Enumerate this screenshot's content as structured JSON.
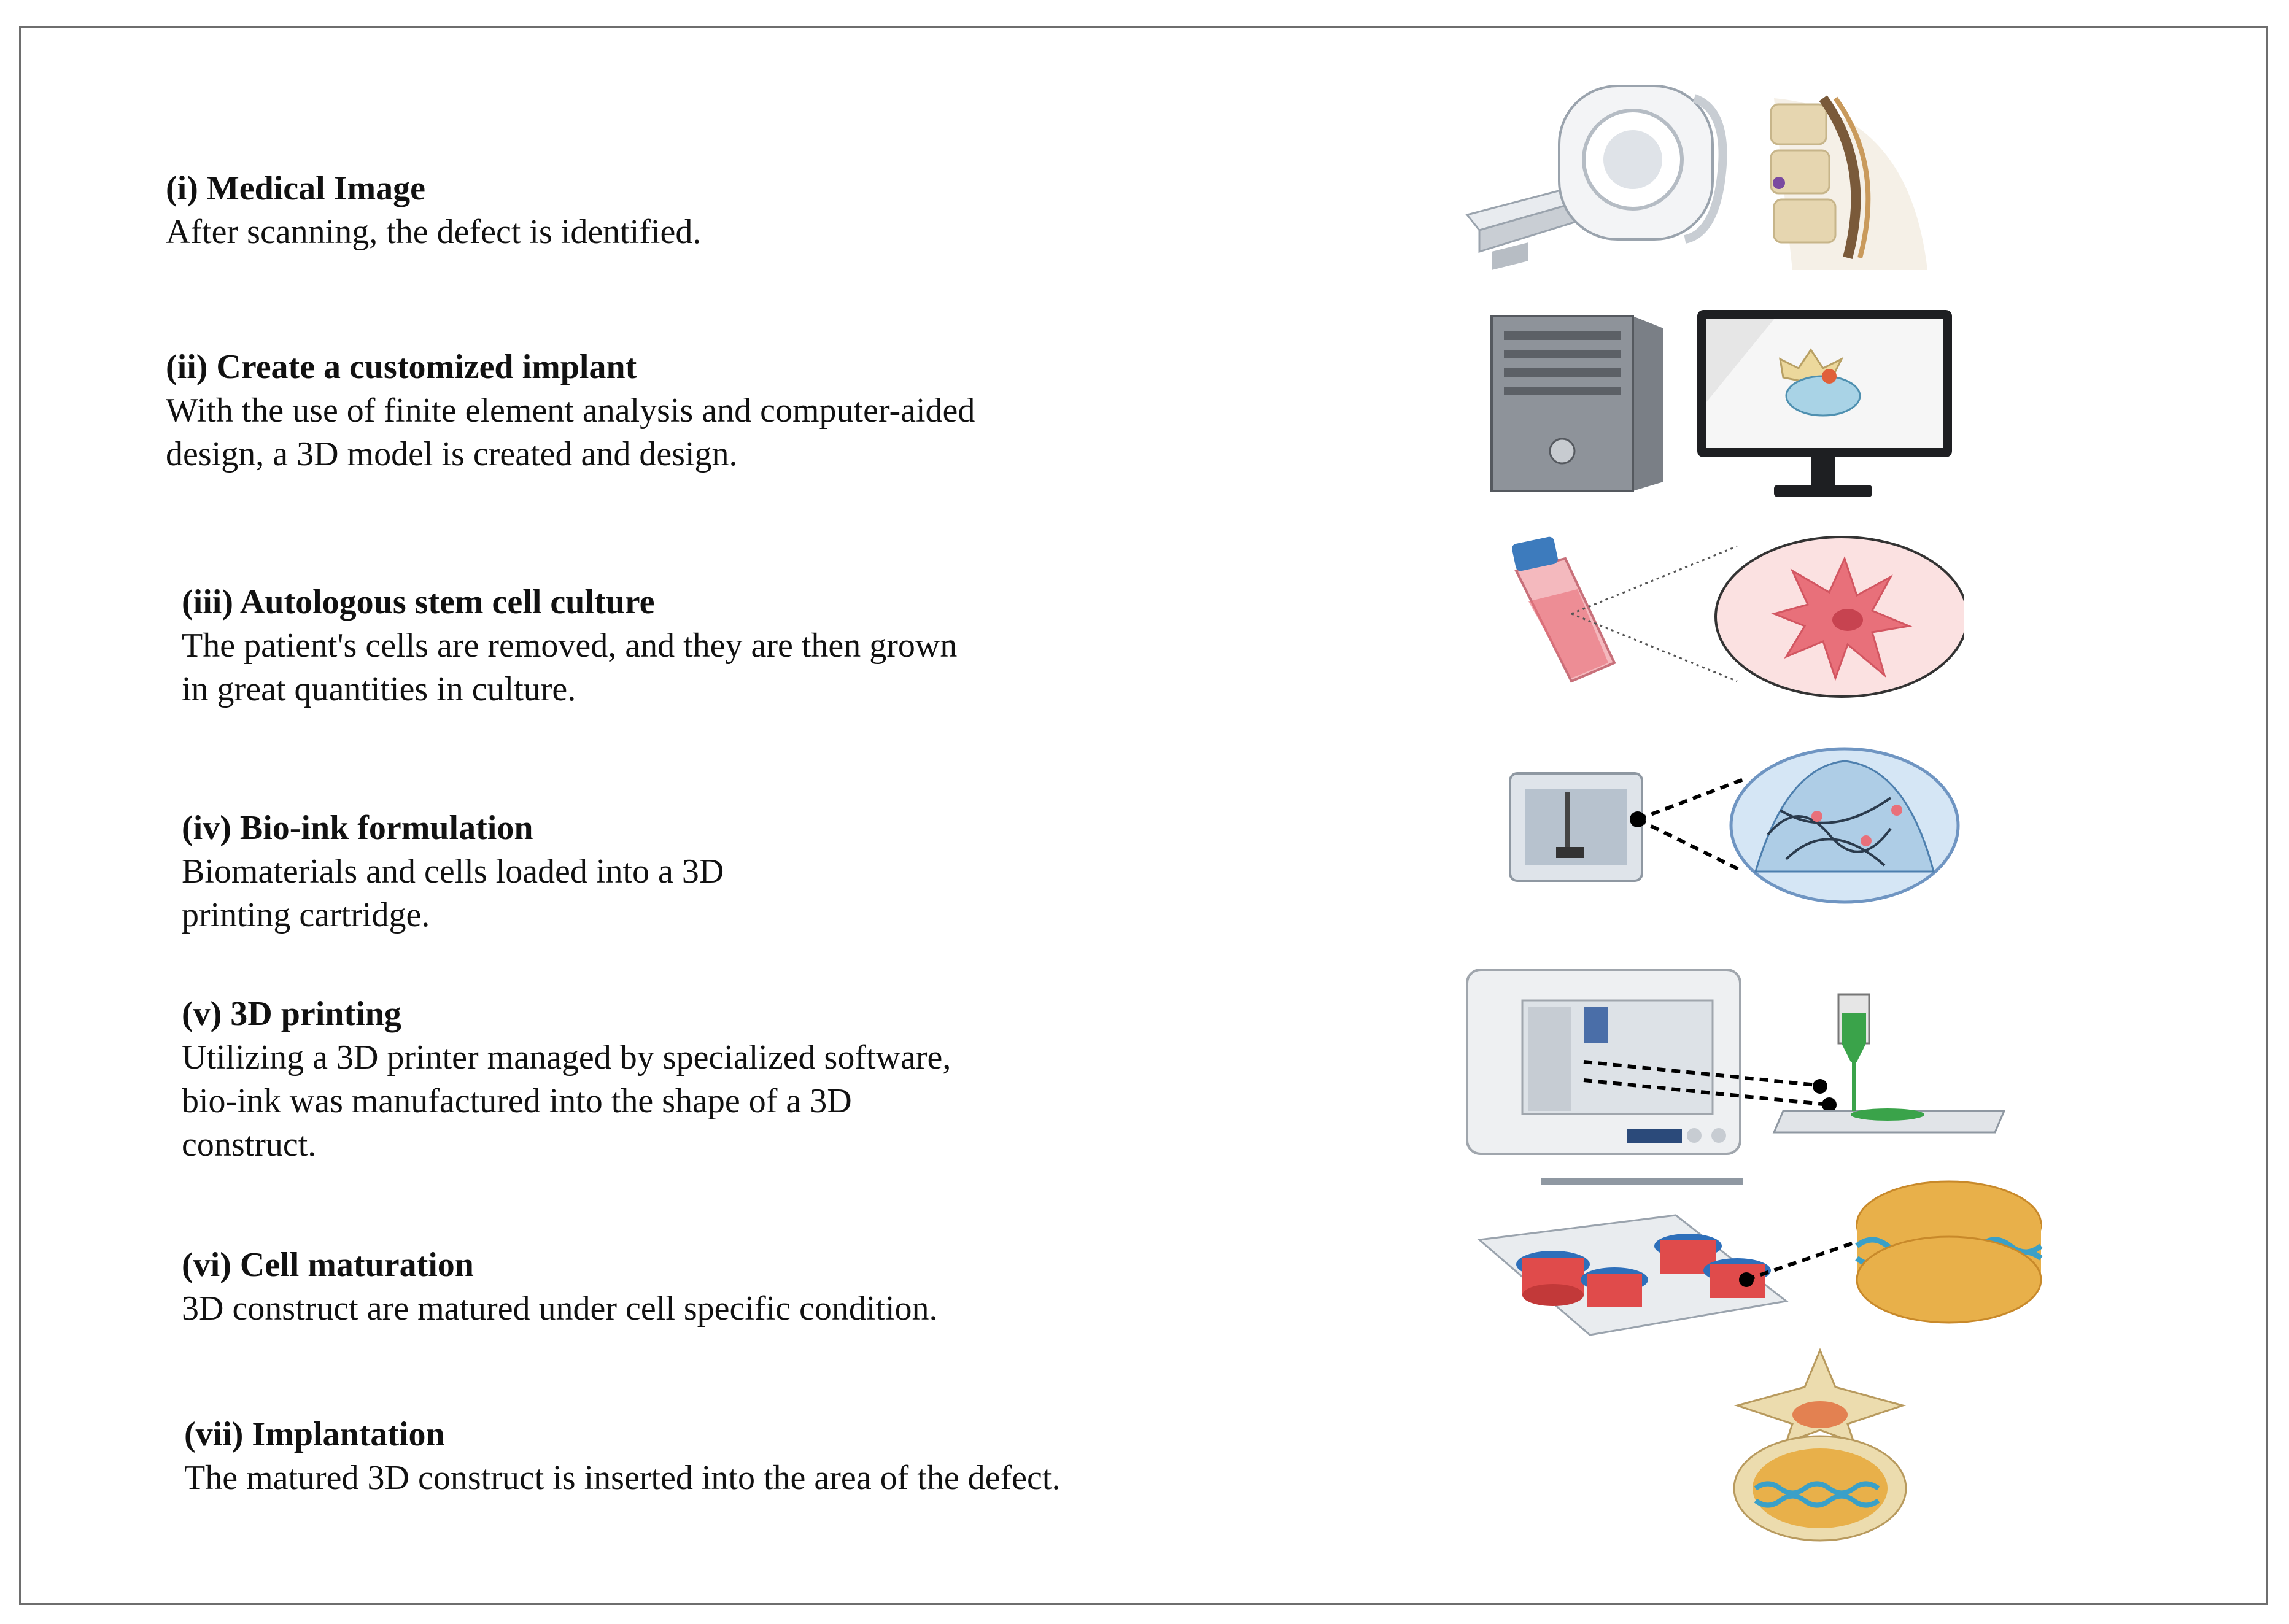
{
  "steps": [
    {
      "title": "(i) Medical Image",
      "desc": [
        "After scanning, the defect is identified."
      ]
    },
    {
      "title": "(ii) Create a customized implant",
      "desc": [
        "With the use of finite element analysis and computer-aided",
        "design, a 3D model is created and design."
      ]
    },
    {
      "title": "(iii) Autologous stem cell culture",
      "desc": [
        "The patient's cells are removed, and they are then grown",
        "in great quantities in culture."
      ]
    },
    {
      "title": "(iv) Bio-ink formulation",
      "desc": [
        "Biomaterials and cells loaded into a 3D",
        "printing cartridge."
      ]
    },
    {
      "title": "(v) 3D printing",
      "desc": [
        "Utilizing a 3D printer managed by specialized software,",
        "bio-ink was manufactured into the shape of a 3D",
        "construct."
      ]
    },
    {
      "title": "(vi) Cell maturation",
      "desc": [
        "3D construct are matured under cell specific condition."
      ]
    },
    {
      "title": "(vii) Implantation",
      "desc": [
        "The matured 3D construct is inserted into the area of the defect."
      ]
    }
  ],
  "illustrations": [
    {
      "icons": [
        "mri-scanner-icon",
        "spine-defect-icon"
      ]
    },
    {
      "icons": [
        "computer-tower-icon",
        "monitor-vertebra-icon"
      ]
    },
    {
      "icons": [
        "culture-flask-icon",
        "stem-cell-icon"
      ]
    },
    {
      "icons": [
        "bioprinter-icon",
        "bioink-hydrogel-icon"
      ]
    },
    {
      "icons": [
        "3d-printer-icon",
        "extrusion-nozzle-icon"
      ]
    },
    {
      "icons": [
        "bioreactor-icon",
        "disc-construct-icon"
      ]
    },
    {
      "icons": [
        "implanted-vertebra-icon"
      ]
    }
  ],
  "colors": {
    "frame": "#6e6e6e",
    "cell_pink": "#e8707a",
    "bioink_green": "#3aa34a",
    "construct_orange": "#e8b04a",
    "construct_blue": "#3aa0c8",
    "bone": "#e9d9b0"
  }
}
